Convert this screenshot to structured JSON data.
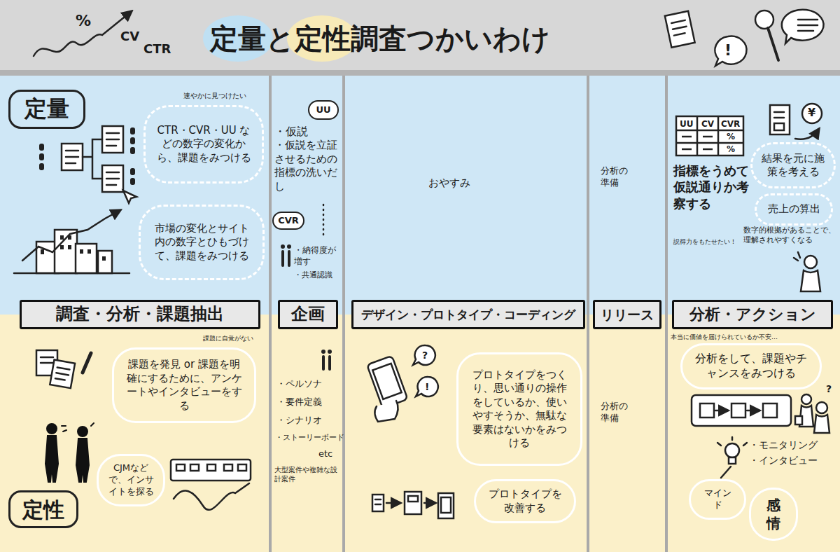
{
  "diagram": {
    "title": "定量と定性調査つかいわけ",
    "nodes": [
      {
        "text": [
          "定量"
        ]
      },
      {
        "text": [
          "CTR・CVR・UU などの数字の変化から、課題をみつける"
        ]
      },
      {
        "text": [
          "市場の変化とサイト内の数字とひもづけて、課題をみつける"
        ]
      },
      {
        "text": [
          "UU"
        ]
      },
      {
        "text": [
          "CVR"
        ]
      },
      {
        "text": [
          "結果を元に施策を考える"
        ]
      },
      {
        "text": [
          "売上の算出"
        ]
      },
      {
        "text": [
          "調査・分析・課題抽出"
        ]
      },
      {
        "text": [
          "企画"
        ]
      },
      {
        "text": [
          "デザイン・プロトタイプ・コーディング"
        ]
      },
      {
        "text": [
          "リリース"
        ]
      },
      {
        "text": [
          "分析・アクション"
        ]
      },
      {
        "text": [
          "課題を発見 or 課題を明確にするために、アンケートやインタビューをする"
        ]
      },
      {
        "text": [
          "CJMなどで、インサイトを探る"
        ]
      },
      {
        "text": [
          "定性"
        ]
      },
      {
        "text": [
          "プロトタイプをつくり、思い通りの操作をしているか、使いやすそうか、無駄な要素はないかをみつける"
        ]
      },
      {
        "text": [
          "プロトタイプを改善する"
        ]
      },
      {
        "text": [
          "分析をして、課題やチャンスをみつける"
        ]
      },
      {
        "text": [
          "マインド"
        ]
      },
      {
        "text": [
          "感情"
        ]
      }
    ],
    "labels": [
      "%",
      "CV",
      "CTR",
      "!",
      "速やかに見つけたい",
      "・仮説",
      "・仮説を立証させるための指標の洗いだし",
      "・納得度が増す",
      "・共通認識",
      "おやすみ",
      "分析の準備",
      "UU",
      "CV",
      "CVR",
      "%",
      "%",
      "¥",
      "指標をうめて仮説通りか考察する",
      "説得力をもたせたい！",
      "数字的根拠があることで、理解されやすくなる",
      "課題に自覚がない",
      "・ペルソナ",
      "・要件定義",
      "・シナリオ",
      "・ストーリーボード",
      "etc",
      "大型案件や複雑な設計案件",
      "?",
      "!",
      "分析の準備",
      "本当に価値を届けられているか不安…",
      "?",
      "・モニタリング",
      "・インタビュー"
    ]
  }
}
